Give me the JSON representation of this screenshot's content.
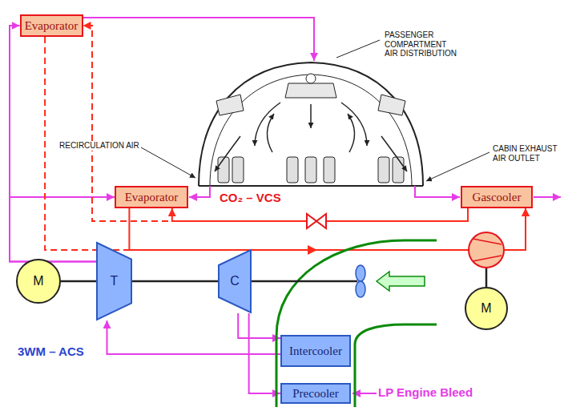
{
  "diagram": {
    "nodes": [
      {
        "text": [
          "Evaporator"
        ]
      },
      {
        "text": [
          "Evaporator"
        ]
      },
      {
        "text": [
          "Gascooler"
        ]
      },
      {
        "text": [
          "M"
        ]
      },
      {
        "text": [
          "T"
        ]
      },
      {
        "text": [
          "C"
        ]
      },
      {
        "text": [
          "M"
        ]
      },
      {
        "text": [
          "Intercooler"
        ]
      },
      {
        "text": [
          "Precooler"
        ]
      }
    ],
    "edges": [
      {
        "from": 3,
        "to": 4,
        "arrow": "none"
      },
      {
        "from": 4,
        "to": 5,
        "arrow": "none"
      },
      {
        "from": 5,
        "to": 7,
        "arrow": "to"
      },
      {
        "from": 7,
        "to": 4,
        "arrow": "to"
      },
      {
        "from": 5,
        "to": 8,
        "arrow": "to"
      },
      {
        "from": 4,
        "to": 0,
        "arrow": "to"
      },
      {
        "from": 4,
        "to": 1,
        "arrow": "to"
      },
      {
        "from": 2,
        "to": 1,
        "arrow": "to"
      },
      {
        "from": 2,
        "to": 0,
        "arrow": "to"
      },
      {
        "from": 1,
        "to": 2,
        "arrow": "to"
      },
      {
        "from": 0,
        "to": 2,
        "arrow": "to"
      }
    ],
    "labels": [
      "PASSENGER COMPARTMENT AIR DISTRIBUTION",
      "RECIRCULATION AIR",
      "CABIN EXHAUST AIR OUTLET",
      "CO₂ – VCS",
      "3WM – ACS",
      "LP Engine Bleed"
    ]
  }
}
